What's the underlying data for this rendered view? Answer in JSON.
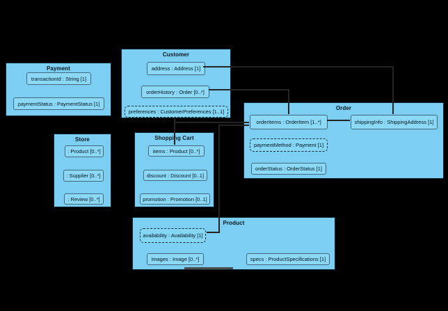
{
  "diagram": {
    "type": "uml-class-diagram",
    "background_color": "#000000",
    "class_fill_color": "#7ccff2",
    "attribute_fill_color": "#8cd9f7",
    "connector_color": "#242424",
    "classes": [
      {
        "title": "Payment",
        "attributes": [
          {
            "label": "transactionId : String [1]",
            "dashed": false
          },
          {
            "label": "paymentStatus : PaymentStatus [1]",
            "dashed": false
          }
        ]
      },
      {
        "title": "Customer",
        "attributes": [
          {
            "label": "address : Address [1]",
            "dashed": false
          },
          {
            "label": "orderHistory : Order [0..*]",
            "dashed": false
          },
          {
            "label": "preferences : CustomerPreferences [1..1]",
            "dashed": true
          }
        ]
      },
      {
        "title": "Store",
        "attributes": [
          {
            "label": ": Product [0..*]",
            "dashed": false
          },
          {
            "label": ": Supplier [0..*]",
            "dashed": false
          },
          {
            "label": ": Review [0..*]",
            "dashed": false
          }
        ]
      },
      {
        "title": "Shopping Cart",
        "attributes": [
          {
            "label": "items : Product [0..*]",
            "dashed": false
          },
          {
            "label": "discount : Discount [0..1]",
            "dashed": false
          },
          {
            "label": "promotion : Promotion [0..1]",
            "dashed": false
          }
        ]
      },
      {
        "title": "Order",
        "attributes": [
          {
            "label": "orderItems : OrderItem [1..*]",
            "dashed": false
          },
          {
            "label": "shippingInfo : ShippingAddress [1]",
            "dashed": false
          },
          {
            "label": "paymentMethod : Payment [1]",
            "dashed": true
          },
          {
            "label": "orderStatus : OrderStatus [1]",
            "dashed": false
          }
        ]
      },
      {
        "title": "Product",
        "attributes": [
          {
            "label": "availability : Availability [1]",
            "dashed": true
          },
          {
            "label": "images : Image [0..*]",
            "dashed": false
          },
          {
            "label": "specs : ProductSpecifications [1]",
            "dashed": false
          }
        ]
      }
    ],
    "relationships": [
      "Customer.address — Order.shippingInfo",
      "Customer.orderHistory — Order.orderItems",
      "Customer — ShoppingCart.items",
      "ShoppingCart.items — Order.orderItems",
      "Product.availability — Order.orderItems"
    ]
  }
}
